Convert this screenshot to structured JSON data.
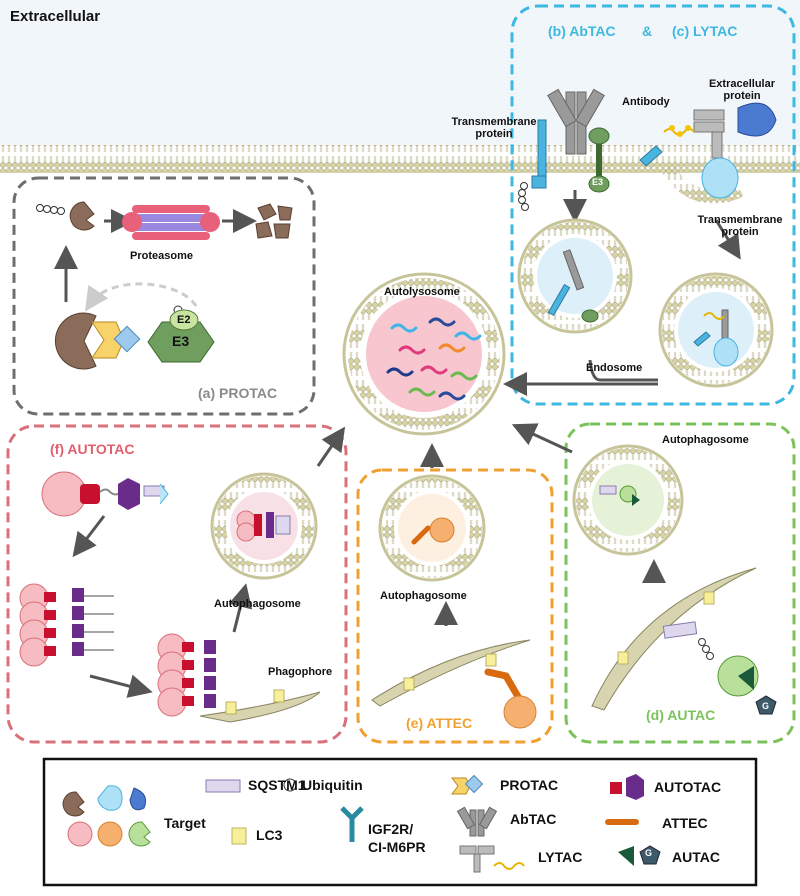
{
  "header": {
    "extracellular": "Extracellular"
  },
  "panels": {
    "protac": {
      "title": "(a) PROTAC",
      "proteasome": "Proteasome",
      "e2": "E2",
      "e3": "E3"
    },
    "abtac_lytac": {
      "title_b": "(b) AbTAC",
      "amp": "&",
      "title_c": "(c) LYTAC",
      "transmembrane_left": "Transmembrane protein",
      "e3": "E3",
      "antibody": "Antibody",
      "extracellular_protein": "Extracellular protein",
      "transmembrane_right": "Transmembrane protein",
      "endosome": "Endosome"
    },
    "center": {
      "autolysosome": "Autolysosome"
    },
    "autotac": {
      "title": "(f) AUTOTAC",
      "autophagosome": "Autophagosome",
      "phagophore": "Phagophore"
    },
    "attec": {
      "title": "(e) ATTEC",
      "autophagosome": "Autophagosome"
    },
    "autac": {
      "title": "(d) AUTAC",
      "autophagosome": "Autophagosome",
      "g": "G"
    }
  },
  "legend": {
    "target": "Target",
    "sqstm1": "SQSTM1",
    "ubiquitin": "Ubiquitin",
    "lc3": "LC3",
    "igf2r": "IGF2R/",
    "ci_m6pr": "CI-M6PR",
    "protac": "PROTAC",
    "abtac": "AbTAC",
    "lytac": "LYTAC",
    "autotac": "AUTOTAC",
    "attec": "ATTEC",
    "autac": "AUTAC",
    "g": "G"
  },
  "colors": {
    "protac_border": "#6e6e6e",
    "abtac_border": "#3db8e0",
    "autotac_border": "#d9707a",
    "attec_border": "#f0a030",
    "autac_border": "#7cc25a",
    "protac_title": "#8a8a8a",
    "abtac_title": "#3db8e0",
    "autotac_title": "#e06070",
    "attec_title": "#f0a030",
    "autac_title": "#7cc25a",
    "membrane": "#c8c49a",
    "extracellular_bg": "#f1f6fa"
  }
}
